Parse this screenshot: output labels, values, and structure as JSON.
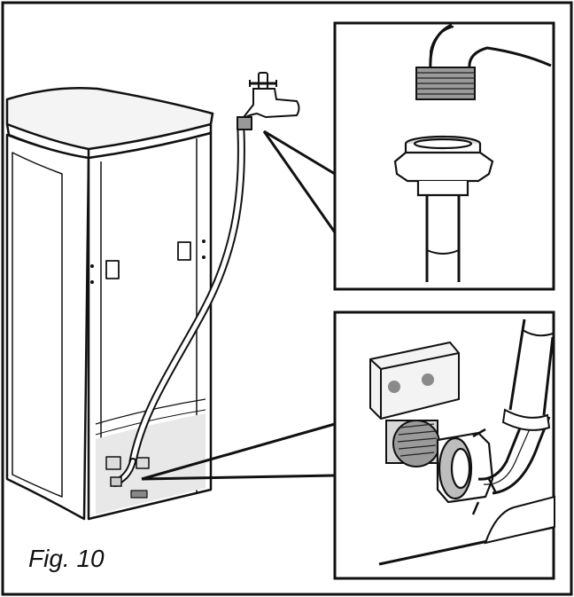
{
  "figure": {
    "caption": "Fig. 10",
    "colors": {
      "line": "#111111",
      "paper": "#ffffff",
      "shade": "#e6e6e6",
      "dark_shade": "#bdbdbd",
      "dot": "#8a8a8a"
    },
    "panels": {
      "main": "washing-machine-rear-with-inlet-hose-to-tap",
      "top_detail": "hose-nut-and-tap-thread",
      "bottom_detail": "hose-connected-to-machine-inlet-valve"
    }
  }
}
